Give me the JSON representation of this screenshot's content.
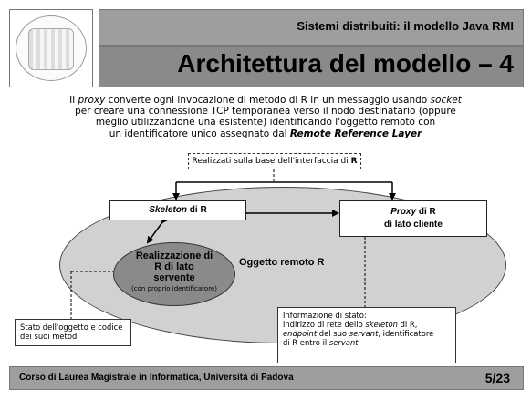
{
  "header": {
    "course_topic": "Sistemi distribuiti: il modello Java RMI",
    "slide_title": "Architettura del modello – 4"
  },
  "intro": {
    "line1_a": "Il ",
    "line1_proxy": "proxy",
    "line1_b": " converte ogni invocazione di metodo di R in un messaggio usando ",
    "line1_socket": "socket",
    "line2": "per creare una connessione TCP temporanea verso il nodo destinatario (oppure",
    "line3": "meglio utilizzandone una esistente) identificando l'oggetto remoto con",
    "line4_a": "un identificatore unico assegnato dal ",
    "line4_layer": "Remote Reference Layer"
  },
  "diagram": {
    "interface_note_a": "Realizzati sulla base dell'interfaccia di ",
    "interface_note_b": "R",
    "skeleton_word": "Skeleton",
    "skeleton_rest": " di R",
    "proxy_word": "Proxy",
    "proxy_rest": " di R",
    "proxy_line2": "di lato cliente",
    "circle_lines": "Realizzazione di R di lato servente",
    "circle_sub": "(con proprio identificatore)",
    "remote_object_label": "Oggetto remoto R",
    "state_note": {
      "l1": "Informazione di stato:",
      "l2_a": "indirizzo di rete dello ",
      "l2_sk": "skeleton",
      "l2_b": " di R,",
      "l3_ep": "endpoint",
      "l3_a": " del suo ",
      "l3_sv": "servant",
      "l3_b": ", identificatore",
      "l4_a": "di R entro il ",
      "l4_sv": "servant"
    },
    "left_note": "Stato dell'oggetto e codice dei suoi metodi"
  },
  "footer": {
    "course": "Corso di Laurea Magistrale in Informatica, Università di Padova",
    "page": "5/23"
  }
}
